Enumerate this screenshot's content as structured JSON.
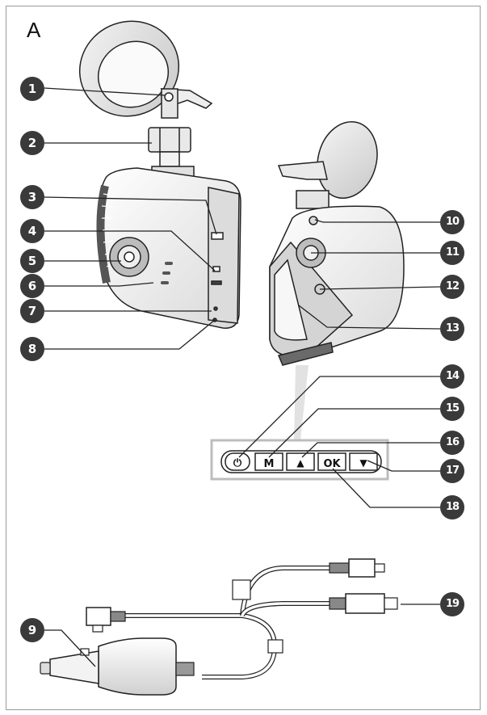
{
  "figure": {
    "letter": "A"
  },
  "callouts": {
    "c1": "1",
    "c2": "2",
    "c3": "3",
    "c4": "4",
    "c5": "5",
    "c6": "6",
    "c7": "7",
    "c8": "8",
    "c9": "9",
    "c10": "10",
    "c11": "11",
    "c12": "12",
    "c13": "13",
    "c14": "14",
    "c15": "15",
    "c16": "16",
    "c17": "17",
    "c18": "18",
    "c19": "19"
  },
  "button_panel": {
    "power_glyph": "⏻",
    "mode_label": "M",
    "up_glyph": "▲",
    "ok_label": "OK",
    "down_glyph": "▼"
  },
  "icons": [
    "suction-mount-icon",
    "camera-lens-icon",
    "usb-icon",
    "car-charger-icon"
  ]
}
